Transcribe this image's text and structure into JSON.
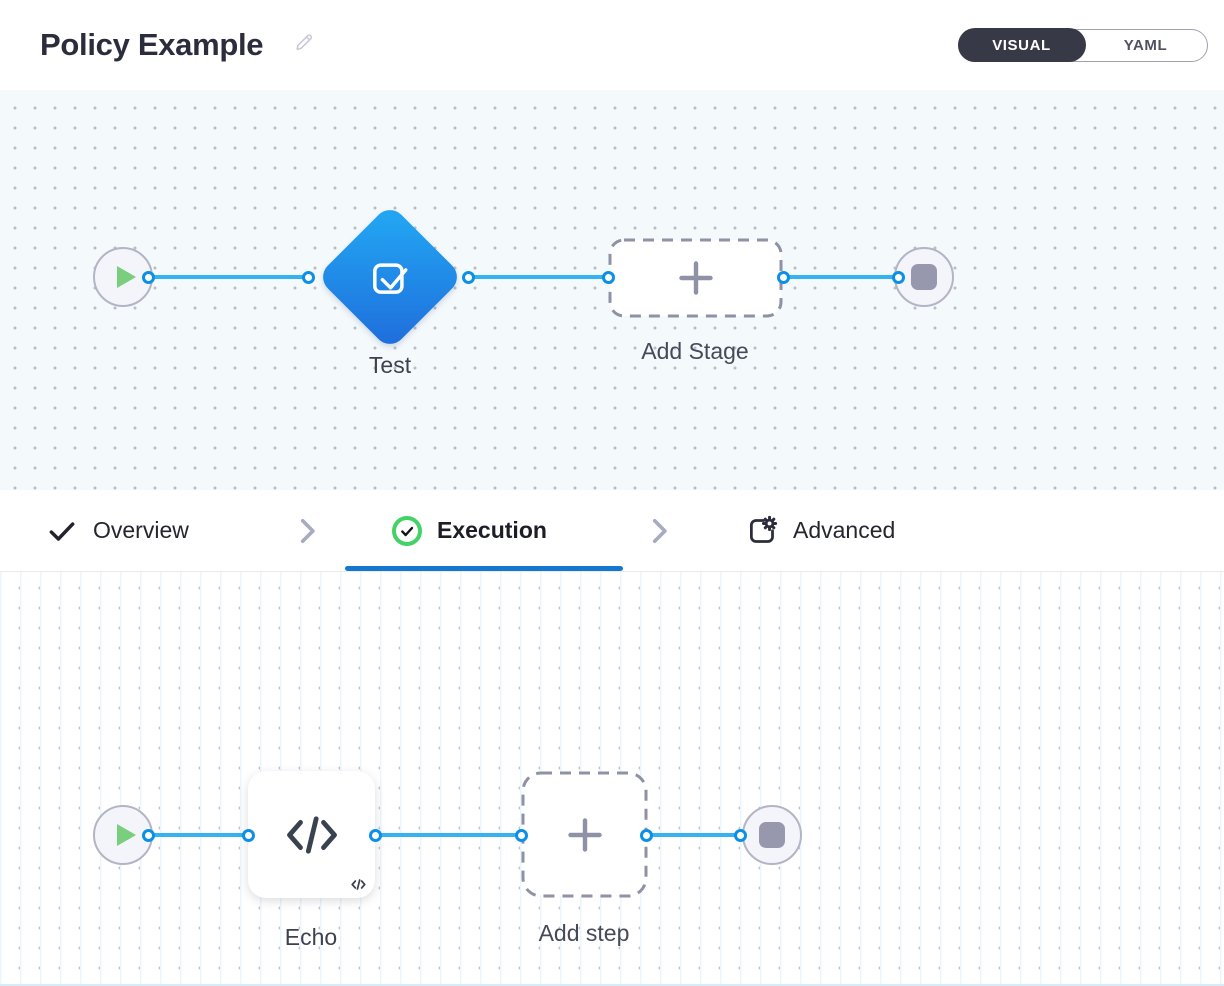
{
  "header": {
    "title": "Policy Example",
    "edit_icon": "pencil-icon",
    "view_toggle": {
      "options": [
        "VISUAL",
        "YAML"
      ],
      "selected": "VISUAL"
    }
  },
  "stage_pipeline": {
    "start_node_icon": "play-icon",
    "end_node_icon": "stop-icon",
    "stage": {
      "label": "Test",
      "shape": "diamond",
      "icon": "policy-check-icon"
    },
    "add_stage": {
      "label": "Add Stage",
      "icon": "plus-icon"
    }
  },
  "tabs": {
    "items": [
      {
        "label": "Overview",
        "icon": "check-icon",
        "active": false
      },
      {
        "label": "Execution",
        "icon": "check-circle-icon",
        "active": true
      },
      {
        "label": "Advanced",
        "icon": "panel-gear-icon",
        "active": false
      }
    ]
  },
  "step_pipeline": {
    "start_node_icon": "play-icon",
    "end_node_icon": "stop-icon",
    "step": {
      "label": "Echo",
      "icon": "code-icon"
    },
    "add_step": {
      "label": "Add step",
      "icon": "plus-icon"
    }
  },
  "colors": {
    "accent_blue": "#1577d2",
    "edge_blue": "#35b2f0",
    "port_blue": "#0a90e7",
    "diamond_top": "#22a4f2",
    "diamond_bottom": "#1f6fdc",
    "success_green": "#42d265",
    "play_green": "#79cf7d",
    "dark": "#2b2d3c",
    "muted_gray": "#8f91a6"
  }
}
